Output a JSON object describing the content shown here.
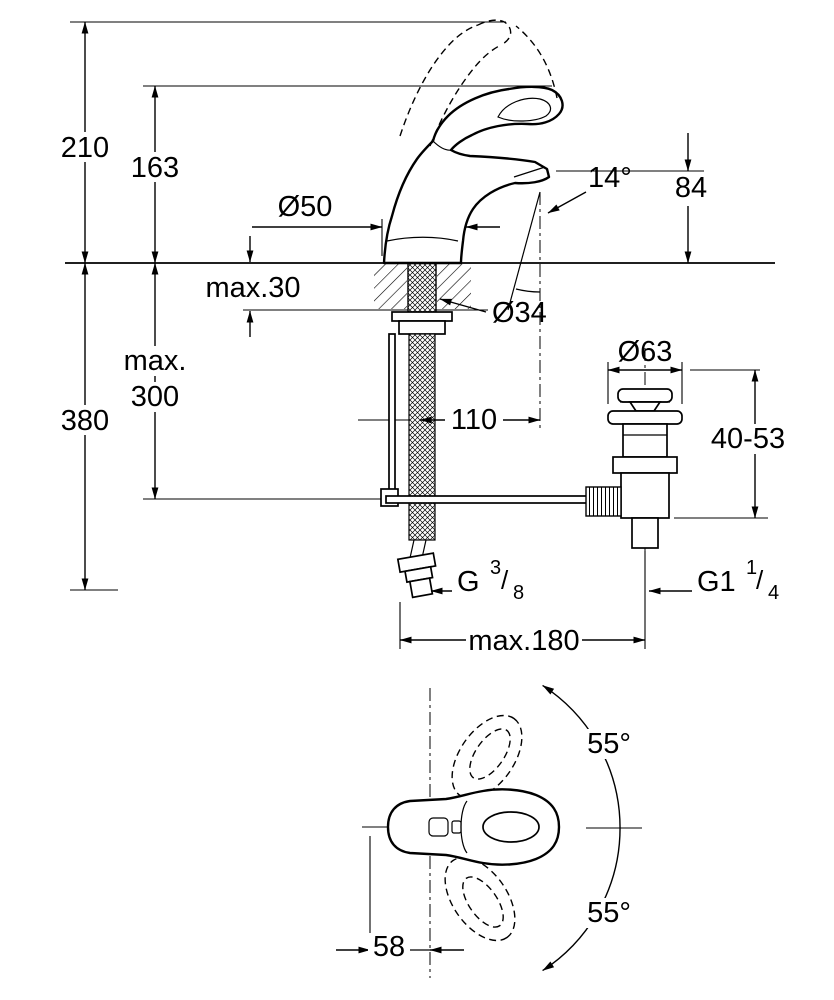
{
  "drawing": {
    "side_view": {
      "total_height": "210",
      "body_height": "163",
      "base_diameter": "Ø50",
      "spout_angle": "14°",
      "spout_outlet_height": "84",
      "mounting_thickness_max": "max.30",
      "hole_diameter": "Ø34",
      "hose_max_word": "max.",
      "hose_max_value": "300",
      "below_deck_height": "380",
      "spout_reach": "110",
      "waste_flange_diameter": "Ø63",
      "waste_adjust_range": "40-53",
      "supply_thread": {
        "main": "G",
        "numerator": "3",
        "slash": "/",
        "denominator": "8"
      },
      "waste_thread": {
        "main": "G1",
        "numerator": "1",
        "slash": "/",
        "denominator": "4"
      },
      "pull_rod_reach_max": "max.180"
    },
    "top_view": {
      "handle_swing_upper": "55°",
      "handle_swing_lower": "55°",
      "spout_center_offset": "58"
    }
  }
}
